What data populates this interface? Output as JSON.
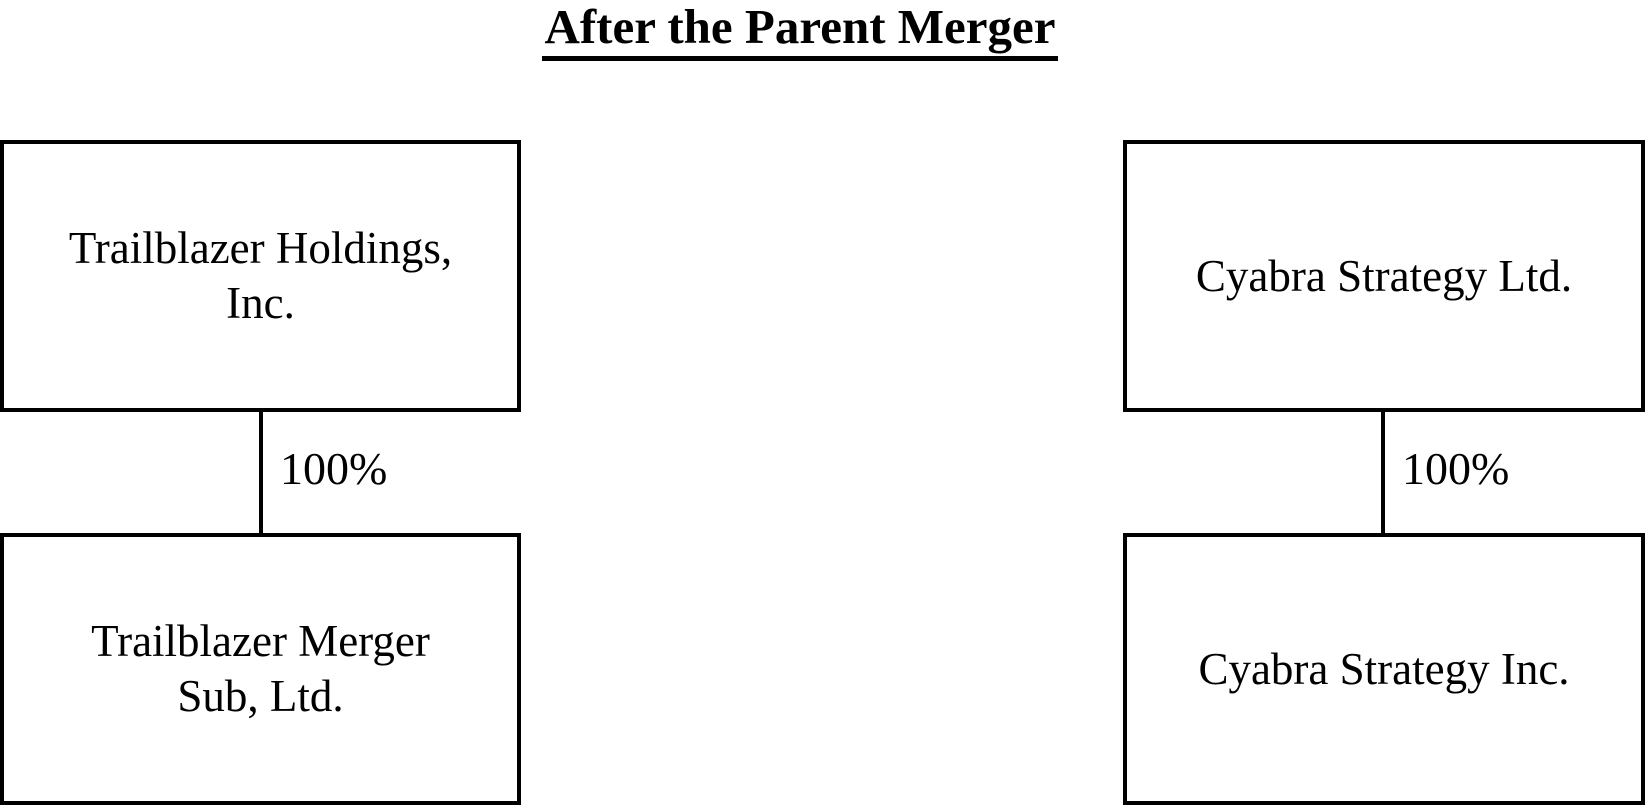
{
  "title": "After the Parent Merger",
  "diagram": {
    "left": {
      "parent": "Trailblazer Holdings,\nInc.",
      "ownership": "100%",
      "subsidiary": "Trailblazer Merger\nSub, Ltd."
    },
    "right": {
      "parent": "Cyabra Strategy Ltd.",
      "ownership": "100%",
      "subsidiary": "Cyabra Strategy Inc."
    }
  },
  "colors": {
    "background": "#ffffff",
    "line": "#000000",
    "text": "#000000"
  }
}
